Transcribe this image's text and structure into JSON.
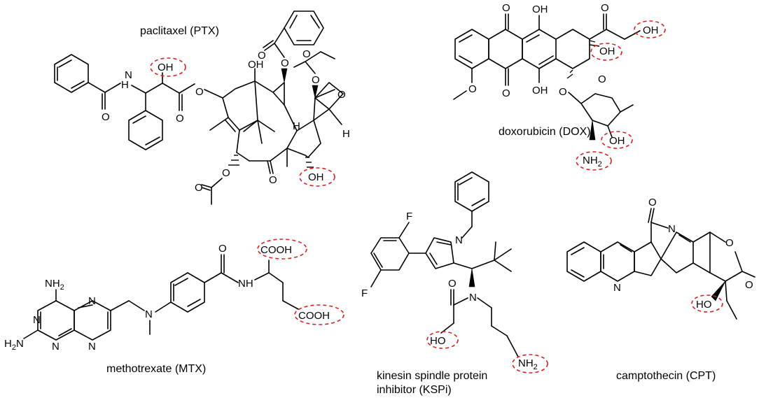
{
  "molecules": {
    "paclitaxel": {
      "name": "paclitaxel (PTX)"
    },
    "doxorubicin": {
      "name": "doxorubicin (DOX)"
    },
    "methotrexate": {
      "name": "methotrexate (MTX)"
    },
    "kspi": {
      "name_line1": "kinesin spindle protein",
      "name_line2": "inhibitor (KSPi)"
    },
    "camptothecin": {
      "name": "camptothecin (CPT)"
    }
  },
  "atoms": {
    "oh": "OH",
    "ho": "HO",
    "o": "O",
    "h": "H",
    "n": "N",
    "f": "F",
    "nh2": "NH",
    "nh2_sub": "2",
    "h2n": "H",
    "h2n_n": "N",
    "nh": "NH",
    "cooh": "COOH"
  },
  "colors": {
    "highlight": "#e02020",
    "structure": "#000000"
  }
}
